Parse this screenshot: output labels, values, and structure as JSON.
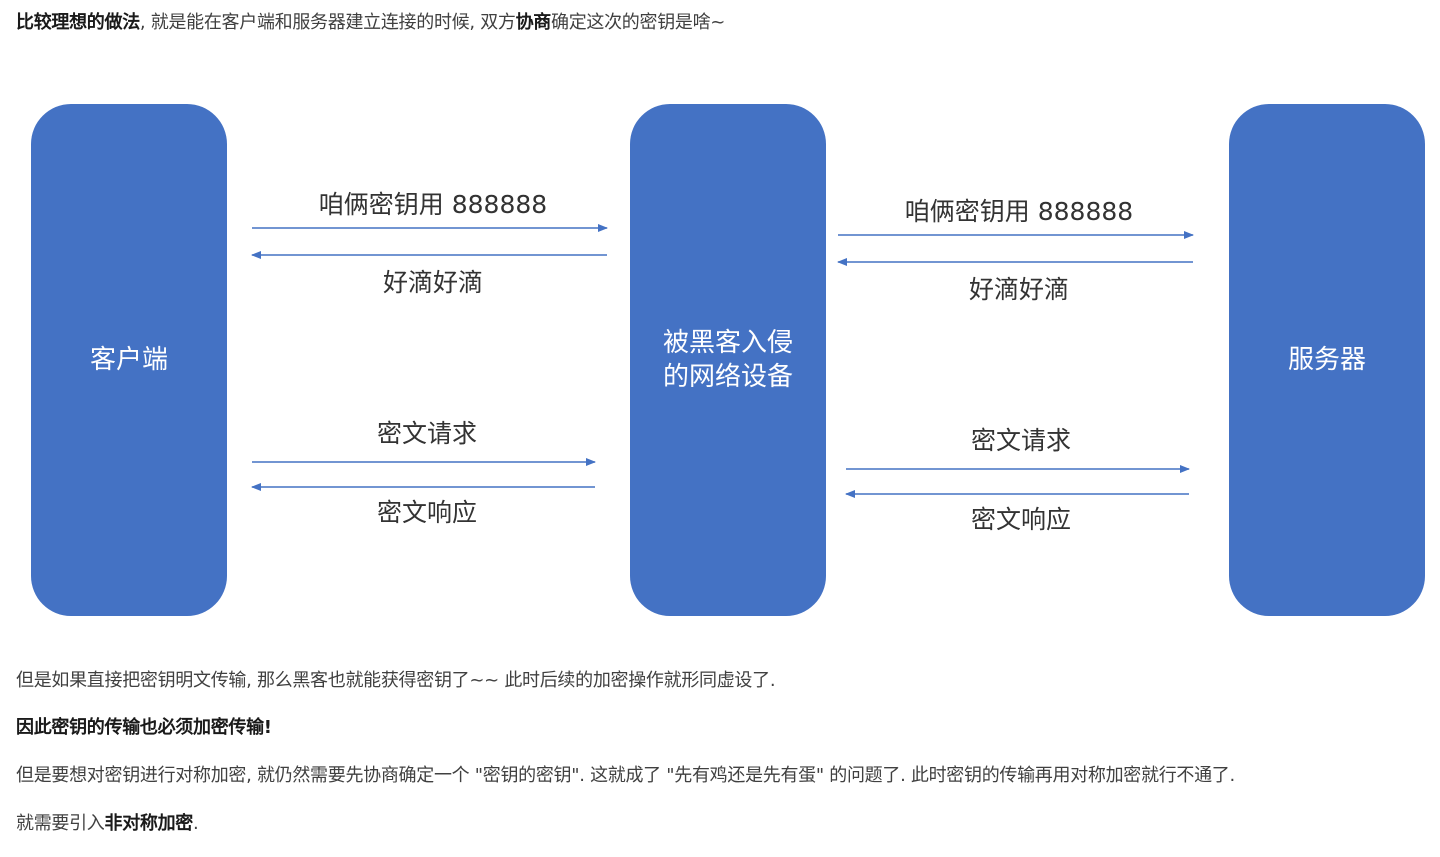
{
  "intro": {
    "bold": "比较理想的做法",
    "text1": ", 就是能在客户端和服务器建立连接的时候, 双方",
    "bold2": "协商",
    "text2": "确定这次的密钥是啥~"
  },
  "diagram": {
    "client_label": "客户端",
    "mitm_label_line1": "被黑客入侵",
    "mitm_label_line2": "的网络设备",
    "server_label": "服务器",
    "left": {
      "key_request": "咱俩密钥用 888888",
      "key_reply": "好滴好滴",
      "cipher_request": "密文请求",
      "cipher_response": "密文响应"
    },
    "right": {
      "key_request": "咱俩密钥用 888888",
      "key_reply": "好滴好滴",
      "cipher_request": "密文请求",
      "cipher_response": "密文响应"
    },
    "box_color": "#4472c4",
    "arrow_color": "#4472c4"
  },
  "risk": "但是如果直接把密钥明文传输, 那么黑客也就能获得密钥了~~ 此时后续的加密操作就形同虚设了.",
  "must": "因此密钥的传输也必须加密传输!",
  "problem": "但是要想对密钥进行对称加密, 就仍然需要先协商确定一个 \"密钥的密钥\". 这就成了 \"先有鸡还是先有蛋\" 的问题了. 此时密钥的传输再用对称加密就行不通了.",
  "need": {
    "text": "就需要引入",
    "bold": "非对称加密",
    "end": "."
  }
}
